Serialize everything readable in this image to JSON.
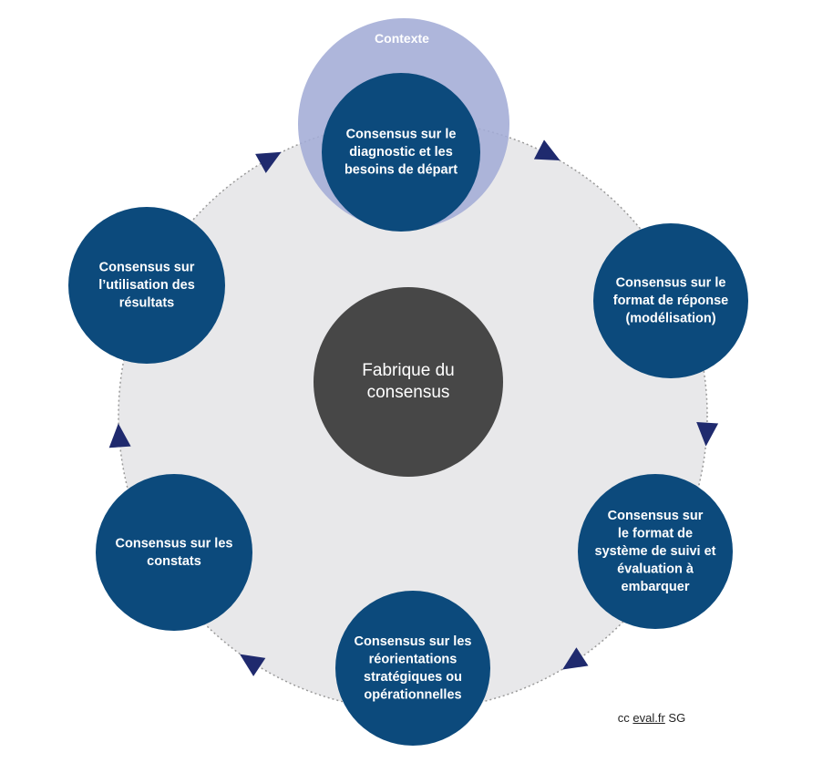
{
  "colors": {
    "cycle_background": "#e8e8ea",
    "cycle_border": "#9a9a9a",
    "context_circle": "#a3acd6",
    "node_fill": "#0c4a7c",
    "center_fill": "#474747",
    "arrow_fill": "#1f2a6e",
    "text": "#ffffff"
  },
  "context": {
    "label": "Contexte"
  },
  "center": {
    "lines": [
      "Fabrique du",
      "consensus"
    ]
  },
  "nodes": [
    {
      "id": "diagnostic",
      "lines": [
        "Consensus sur le",
        "diagnostic et les",
        "besoins de départ"
      ]
    },
    {
      "id": "format-reponse",
      "lines": [
        "Consensus sur le",
        "format de réponse",
        "(modélisation)"
      ]
    },
    {
      "id": "suivi-evaluation",
      "lines": [
        "Consensus sur",
        "le format de",
        "système de suivi et",
        "évaluation à",
        "embarquer"
      ]
    },
    {
      "id": "reorientations",
      "lines": [
        "Consensus sur les",
        "réorientations",
        "stratégiques ou",
        "opérationnelles"
      ]
    },
    {
      "id": "constats",
      "lines": [
        "Consensus sur les",
        "constats"
      ]
    },
    {
      "id": "utilisation",
      "lines": [
        "Consensus sur",
        "l’utilisation des",
        "résultats"
      ]
    }
  ],
  "credit": {
    "prefix": "cc",
    "link": "eval.fr",
    "suffix": "SG"
  }
}
